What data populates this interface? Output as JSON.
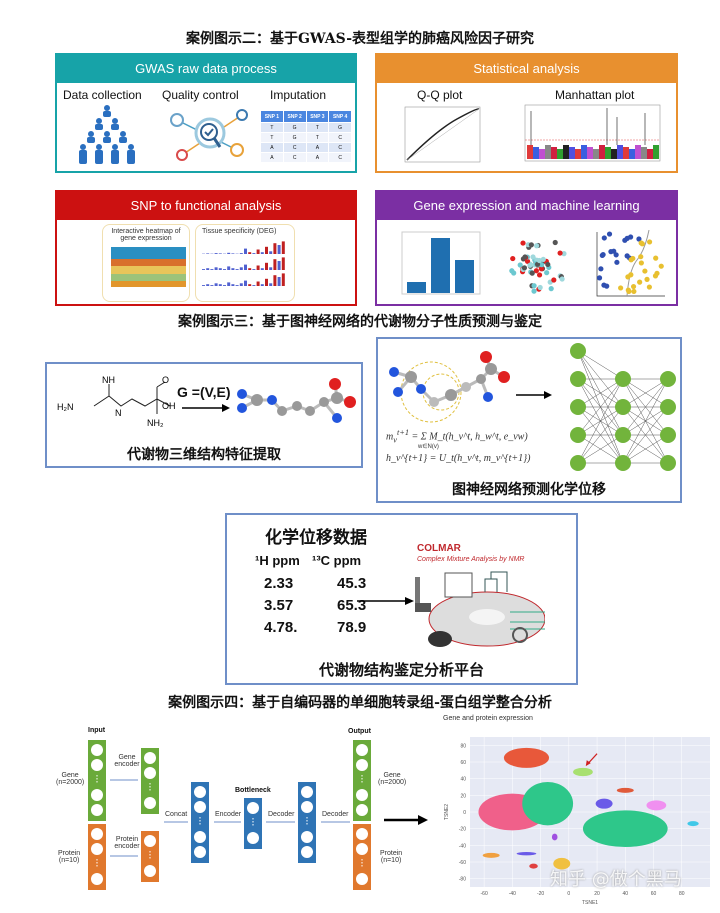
{
  "titles": {
    "case2": "案例图示二：基于GWAS-表型组学的肺癌风险因子研究",
    "case3": "案例图示三：基于图神经网络的代谢物分子性质预测与鉴定",
    "case4": "案例图示四：基于自编码器的单细胞转录组-蛋白组学整合分析"
  },
  "gwas": {
    "header": "GWAS raw data process",
    "data_collection": "Data collection",
    "quality_control": "Quality control",
    "imputation": "Imputation",
    "table_headers": [
      "SNP 1",
      "SNP 2",
      "SNP 3",
      "SNP 4"
    ],
    "table_rows": [
      [
        "T",
        "G",
        "T",
        "G"
      ],
      [
        "T",
        "G",
        "T",
        "C"
      ],
      [
        "A",
        "C",
        "A",
        "C"
      ],
      [
        "A",
        "C",
        "A",
        "C"
      ]
    ]
  },
  "stat": {
    "header": "Statistical analysis",
    "qq": "Q-Q plot",
    "manhattan": "Manhattan plot"
  },
  "snp": {
    "header": "SNP to functional analysis",
    "heatmap": "Interactive heatmap of gene expression",
    "tissue": "Tissue specificity (DEG)"
  },
  "ml": {
    "header": "Gene expression and machine learning",
    "bar_values": [
      1,
      5,
      3
    ]
  },
  "molecule": {
    "formula": "G =(V,E)",
    "caption": "代谢物三维结构特征提取"
  },
  "gnn": {
    "eq1_rhs": "= Σ M_t(h_v^t, h_w^t, e_vw)",
    "eq1_sub": "w∈N(v)",
    "eq2": "h_v^{t+1} = U_t(h_v^t, m_v^{t+1})",
    "caption": "图神经网络预测化学位移",
    "layers": [
      5,
      4,
      4
    ]
  },
  "nmr": {
    "title": "化学位移数据",
    "h_head": "¹H ppm",
    "c_head": "¹³C ppm",
    "rows": [
      [
        "2.33",
        "45.3"
      ],
      [
        "3.57",
        "65.3"
      ],
      [
        "4.78.",
        "78.9"
      ]
    ],
    "colmar": "COLMAR",
    "colmar_sub": "Complex Mixture Analysis by NMR",
    "caption": "代谢物结构鉴定分析平台"
  },
  "ae": {
    "input": "Input",
    "output": "Output",
    "bottleneck": "Bottleneck",
    "gene": "Gene",
    "gene_n": "(n=2000)",
    "protein": "Protein",
    "protein_n": "(n=10)",
    "gene_encoder": "Gene encoder",
    "protein_encoder": "Protein encoder",
    "concat": "Concat",
    "encoder": "Encoder",
    "decoder1": "Decoder",
    "decoder2": "Decoder"
  },
  "tsne": {
    "title": "Gene and protein expression",
    "xlabel": "TSNE1",
    "ylabel": "TSNE2",
    "xticks": [
      "-60",
      "-40",
      "-20",
      "0",
      "20",
      "40",
      "60",
      "80"
    ],
    "yticks": [
      "80",
      "60",
      "40",
      "20",
      "0",
      "-20",
      "-40",
      "-60",
      "-80"
    ],
    "watermark": "知乎 @做个黑马"
  },
  "colors": {
    "teal": "#17a3a8",
    "orange": "#e8902f",
    "red": "#cc1111",
    "purple": "#7b2fa3",
    "blue": "#2f74b5",
    "green": "#6aaa3a",
    "nodeorange": "#e0782d"
  }
}
